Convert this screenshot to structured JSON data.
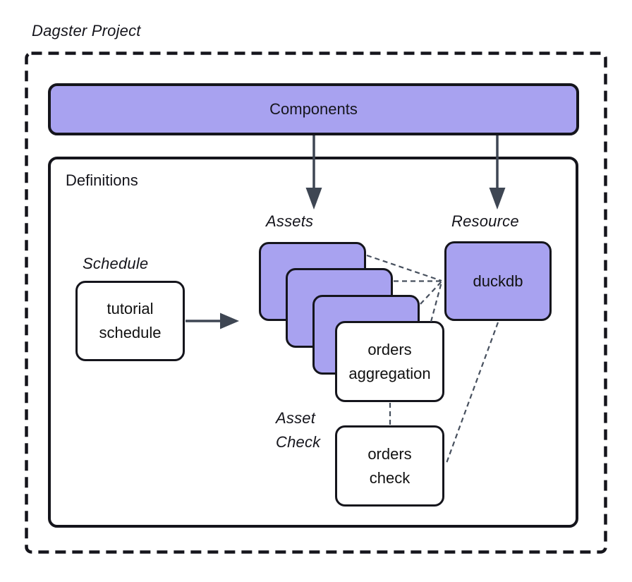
{
  "title": "Dagster Project",
  "components": {
    "label": "Components"
  },
  "definitions": {
    "label": "Definitions"
  },
  "labels": {
    "schedule": "Schedule",
    "assets": "Assets",
    "resource": "Resource",
    "asset_check_line1": "Asset",
    "asset_check_line2": "Check"
  },
  "nodes": {
    "tutorial_schedule": {
      "line1": "tutorial",
      "line2": "schedule"
    },
    "orders_aggregation": {
      "line1": "orders",
      "line2": "aggregation"
    },
    "duckdb": {
      "label": "duckdb"
    },
    "orders_check": {
      "line1": "orders",
      "line2": "check"
    }
  },
  "colors": {
    "node_fill_purple": "#a8a2f0",
    "outline_black": "#15151c",
    "arrow_slate": "#3e4653",
    "dashed_connector": "#47505e"
  },
  "edges": [
    {
      "from": "Components",
      "to": "Assets",
      "style": "solid-arrow"
    },
    {
      "from": "Components",
      "to": "Resource",
      "style": "solid-arrow"
    },
    {
      "from": "tutorial schedule",
      "to": "Assets",
      "style": "solid-arrow"
    },
    {
      "from": "asset 1",
      "to": "duckdb",
      "style": "dashed"
    },
    {
      "from": "asset 2",
      "to": "duckdb",
      "style": "dashed"
    },
    {
      "from": "asset 3",
      "to": "duckdb",
      "style": "dashed"
    },
    {
      "from": "orders aggregation",
      "to": "duckdb",
      "style": "dashed"
    },
    {
      "from": "duckdb",
      "to": "orders check",
      "style": "dashed"
    },
    {
      "from": "orders aggregation",
      "to": "orders check",
      "style": "dashed"
    }
  ]
}
